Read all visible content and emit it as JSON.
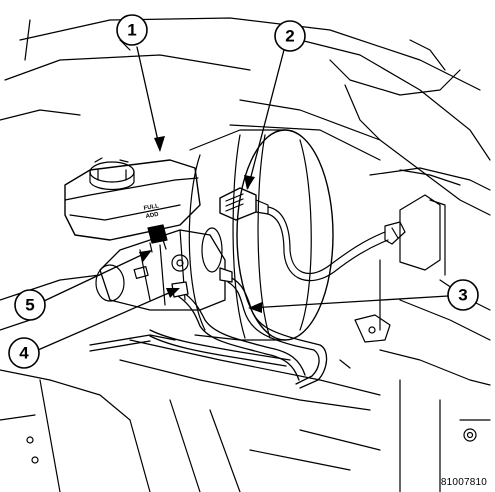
{
  "diagram": {
    "figure_id": "81007810",
    "reservoir_label_line1": "FULL",
    "reservoir_label_line2": "ADD",
    "callouts": [
      {
        "number": "1",
        "target": "brake-fluid-reservoir"
      },
      {
        "number": "2",
        "target": "vacuum-sensor-connector"
      },
      {
        "number": "3",
        "target": "brake-line-tube"
      },
      {
        "number": "4",
        "target": "brake-line-tube-fitting"
      },
      {
        "number": "5",
        "target": "fluid-level-switch-connector"
      }
    ]
  }
}
